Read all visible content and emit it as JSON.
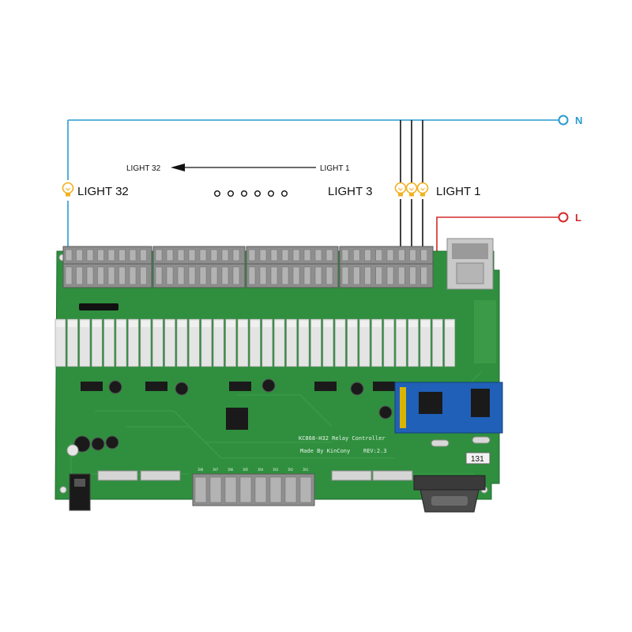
{
  "terminals": {
    "neutral": {
      "label": "N",
      "color": "#2a9bd0"
    },
    "live": {
      "label": "L",
      "color": "#d42a2a"
    }
  },
  "wiring": {
    "arrow_from_label": "LIGHT 1",
    "arrow_to_label": "LIGHT 32"
  },
  "lights": {
    "first_label": "LIGHT 1",
    "third_label": "LIGHT 3",
    "last_label": "LIGHT 32",
    "bulb_color": "#f2b020"
  },
  "board": {
    "model_text": "KC868-H32 Relay Controller",
    "maker_text": "Made By KinCony",
    "revision_text": "REV:2.3",
    "badge_text": "131",
    "pcb_color": "#2f8f3e",
    "input_labels": [
      "IN8",
      "IN7",
      "IN6",
      "IN5",
      "IN4",
      "IN3",
      "IN2",
      "IN1"
    ]
  }
}
